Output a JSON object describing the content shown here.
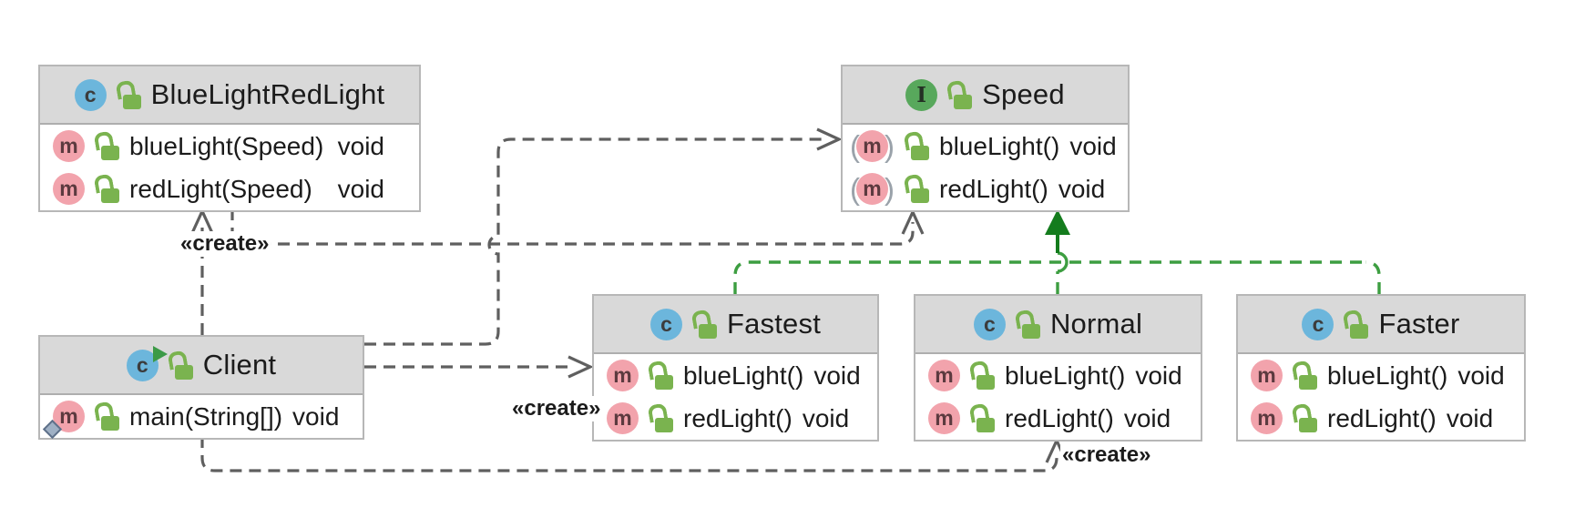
{
  "diagram": {
    "kind": "uml-class-diagram",
    "background": "#ffffff",
    "colors": {
      "header_fill": "#d9d9d9",
      "box_border": "#b7b7b7",
      "dependency_line": "#5f5f5f",
      "realization_line": "#3d9e41",
      "realization_arrow": "#147c1d",
      "class_icon": "#6cb6dc",
      "interface_icon": "#58a85c",
      "method_icon": "#f2a3ac",
      "lock_icon": "#7ab34f"
    },
    "icons": {
      "class_glyph": "c",
      "interface_glyph": "I",
      "method_glyph": "m",
      "paren_open": "(",
      "paren_close": ")"
    },
    "classes": [
      {
        "name": "BlueLightRedLight",
        "kind": "class",
        "methods": [
          {
            "name": "blueLight(Speed)",
            "type": "void"
          },
          {
            "name": "redLight(Speed)",
            "type": "void"
          }
        ]
      },
      {
        "name": "Speed",
        "kind": "interface",
        "methods": [
          {
            "name": "blueLight()",
            "type": "void",
            "abstract": true
          },
          {
            "name": "redLight()",
            "type": "void",
            "abstract": true
          }
        ]
      },
      {
        "name": "Client",
        "kind": "runnable-class",
        "methods": [
          {
            "name": "main(String[])",
            "type": "void",
            "entry_point": true
          }
        ]
      },
      {
        "name": "Fastest",
        "kind": "class",
        "methods": [
          {
            "name": "blueLight()",
            "type": "void"
          },
          {
            "name": "redLight()",
            "type": "void"
          }
        ]
      },
      {
        "name": "Normal",
        "kind": "class",
        "methods": [
          {
            "name": "blueLight()",
            "type": "void"
          },
          {
            "name": "redLight()",
            "type": "void"
          }
        ]
      },
      {
        "name": "Faster",
        "kind": "class",
        "methods": [
          {
            "name": "blueLight()",
            "type": "void"
          },
          {
            "name": "redLight()",
            "type": "void"
          }
        ]
      }
    ],
    "edges": [
      {
        "from": "Client",
        "to": "BlueLightRedLight",
        "type": "dependency",
        "label": "«create»"
      },
      {
        "from": "BlueLightRedLight",
        "to": "Speed",
        "type": "dependency",
        "label": ""
      },
      {
        "from": "Client",
        "to": "Speed",
        "type": "dependency",
        "label": ""
      },
      {
        "from": "Client",
        "to": "Fastest",
        "type": "dependency",
        "label": "«create»"
      },
      {
        "from": "Client",
        "to": "Normal",
        "type": "dependency",
        "label": "«create»"
      },
      {
        "from": "Fastest",
        "to": "Speed",
        "type": "realization",
        "label": ""
      },
      {
        "from": "Normal",
        "to": "Speed",
        "type": "realization",
        "label": ""
      },
      {
        "from": "Faster",
        "to": "Speed",
        "type": "realization",
        "label": ""
      }
    ]
  }
}
